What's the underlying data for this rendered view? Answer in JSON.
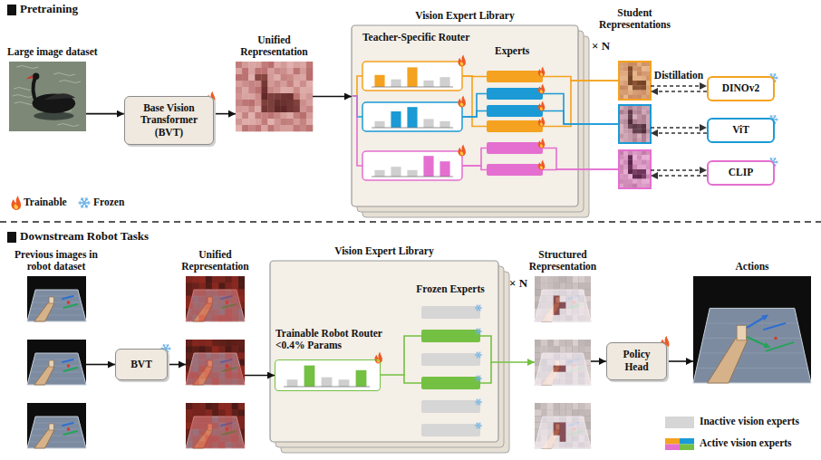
{
  "diagram": {
    "nodes": [
      {
        "text": [
          "Large image dataset"
        ]
      },
      {
        "text": [
          "Base Vision Transformer (BVT)"
        ]
      },
      {
        "text": [
          "Unified Representation"
        ]
      },
      {
        "text": [
          "Vision Expert Library"
        ]
      },
      {
        "text": [
          "Student Representations"
        ]
      },
      {
        "text": [
          "DINOv2"
        ]
      },
      {
        "text": [
          "ViT"
        ]
      },
      {
        "text": [
          "CLIP"
        ]
      },
      {
        "text": [
          "Previous images in robot dataset"
        ]
      },
      {
        "text": [
          "BVT"
        ]
      },
      {
        "text": [
          "Unified Representation"
        ]
      },
      {
        "text": [
          "Vision Expert Library"
        ]
      },
      {
        "text": [
          "Trainable Robot Router <0.4% Params"
        ],
        "in": 11
      },
      {
        "text": [
          "Structured Representation"
        ]
      },
      {
        "text": [
          "Policy Head"
        ]
      },
      {
        "text": [
          "Actions"
        ]
      }
    ],
    "edges": [
      {
        "from": 0,
        "to": 1,
        "arrow": "to"
      },
      {
        "from": 1,
        "to": 2,
        "arrow": "to"
      },
      {
        "from": 2,
        "to": 3,
        "arrow": "to"
      },
      {
        "from": 4,
        "to": 5,
        "label": "Distillation",
        "arrow": "both"
      },
      {
        "from": 4,
        "to": 6,
        "arrow": "both"
      },
      {
        "from": 4,
        "to": 7,
        "arrow": "both"
      },
      {
        "from": 8,
        "to": 9,
        "arrow": "to"
      },
      {
        "from": 9,
        "to": 10,
        "arrow": "to"
      },
      {
        "from": 10,
        "to": 12,
        "arrow": "to"
      },
      {
        "from": 11,
        "to": 13,
        "arrow": "to"
      },
      {
        "from": 13,
        "to": 14,
        "arrow": "to"
      },
      {
        "from": 14,
        "to": 15,
        "arrow": "to"
      }
    ],
    "labels": [
      "Pretraining",
      "Teacher-Specific Router",
      "Experts",
      "× N",
      "Downstream Robot Tasks",
      "Frozen Experts",
      "× N"
    ],
    "legend": [
      {
        "text": "Trainable"
      },
      {
        "text": "Frozen"
      },
      {
        "text": "Inactive vision experts",
        "color": "#d6d6d6"
      },
      {
        "text": "Active vision experts"
      }
    ]
  }
}
